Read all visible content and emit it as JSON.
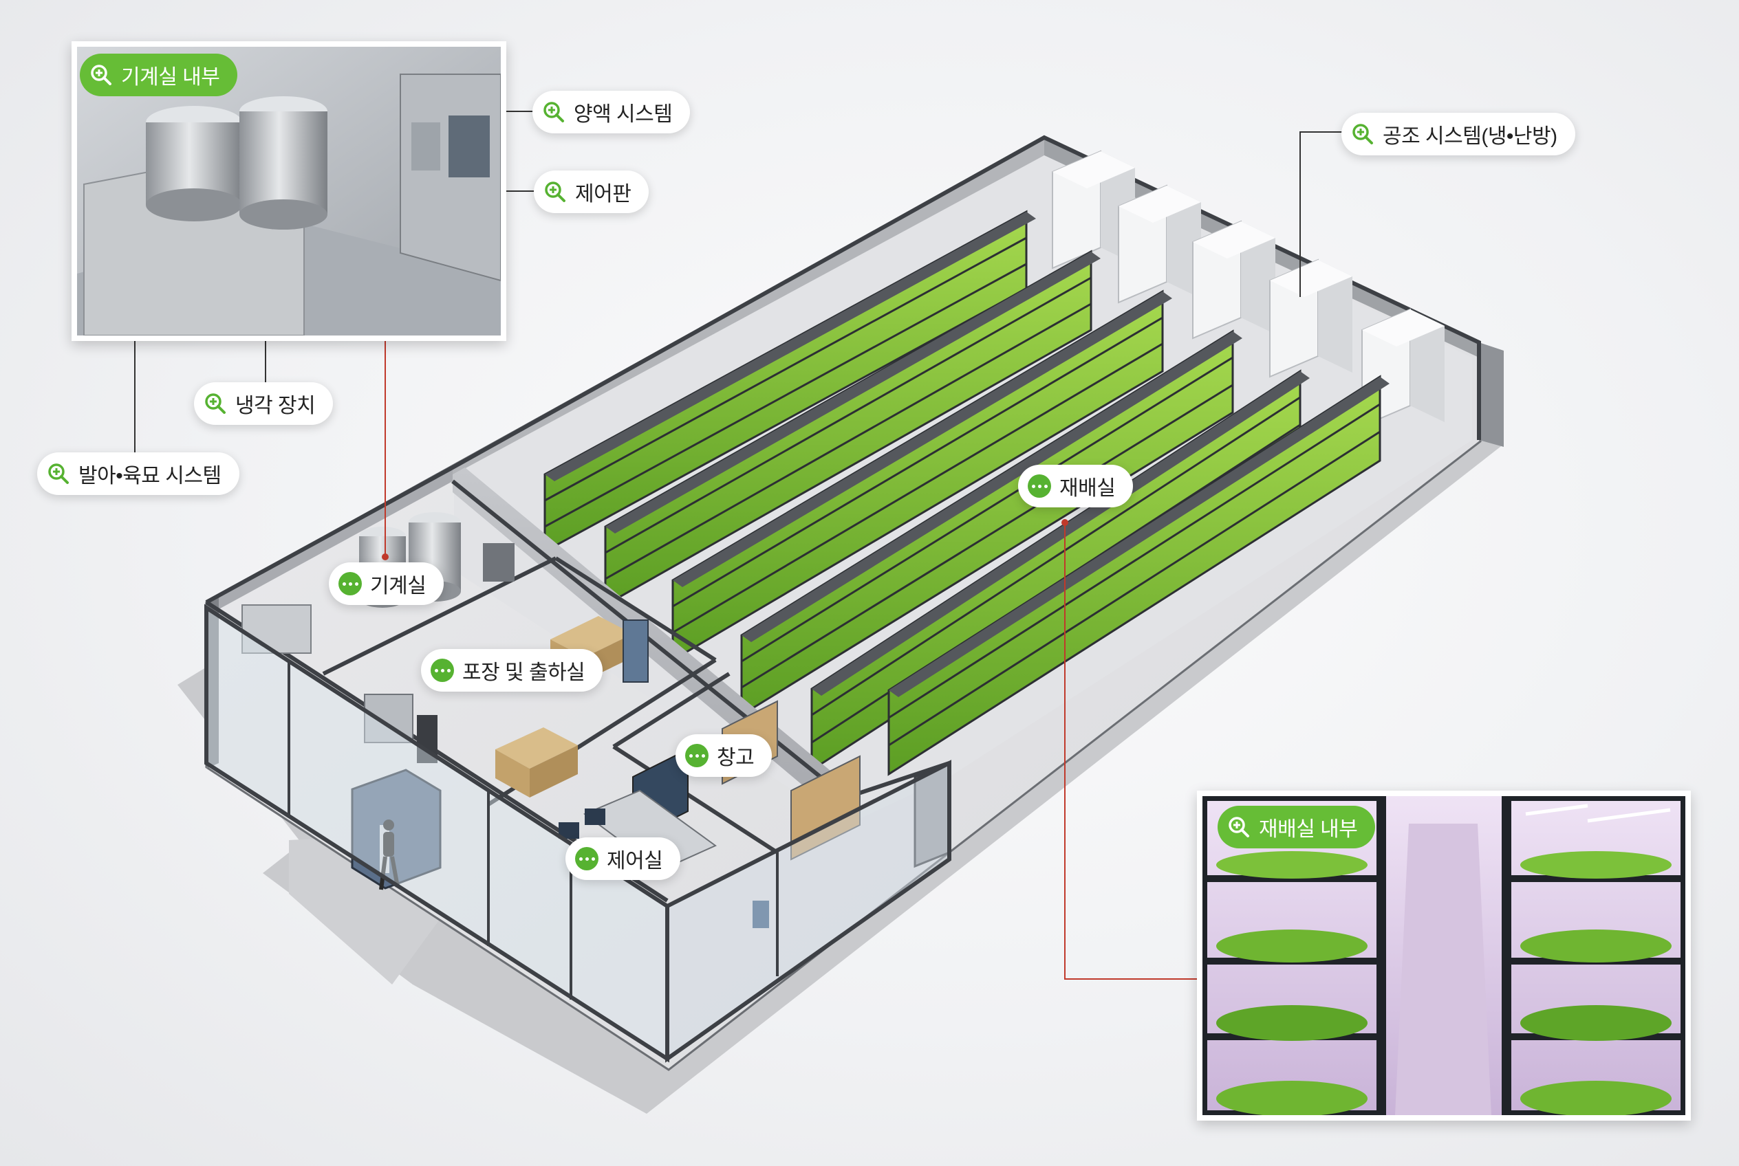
{
  "insets": {
    "machine_room_interior": "기계실 내부",
    "cultivation_room_interior": "재배실 내부"
  },
  "callouts": {
    "nutrient_system": "양액 시스템",
    "control_panel": "제어판",
    "cooling_device": "냉각 장치",
    "germination_system": "발아•육묘 시스템",
    "hvac_system": "공조 시스템(냉•난방)",
    "cultivation_room": "재배실",
    "machine_room": "기계실",
    "packing_shipping": "포장 및 출하실",
    "warehouse": "창고",
    "control_room": "제어실"
  },
  "icons": {
    "zoom": "magnifier-plus-icon",
    "room": "ellipsis-dots-icon"
  },
  "colors": {
    "accent_green": "#66bd36",
    "leader_red": "#c0392b",
    "leader_dark": "#333333",
    "plant_green": "#7cc13a",
    "led_purple": "#d8b8e6"
  }
}
